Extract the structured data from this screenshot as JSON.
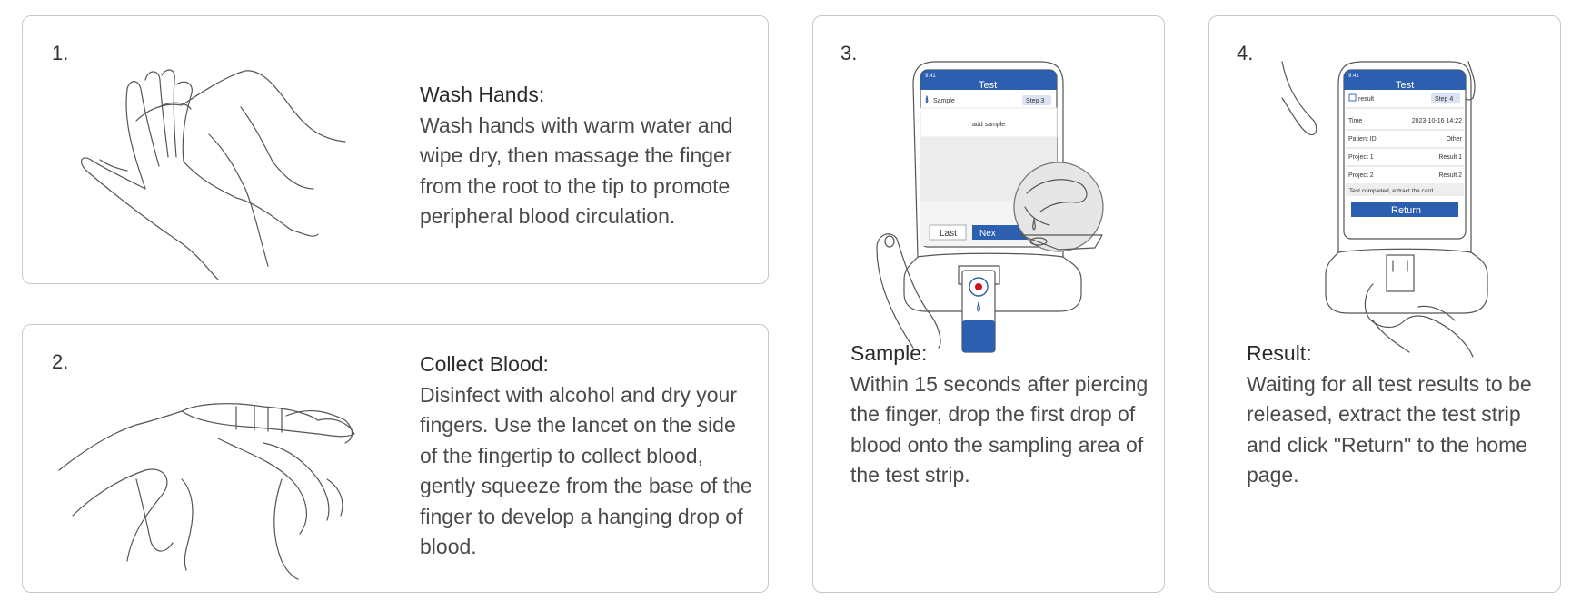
{
  "steps": [
    {
      "number": "1.",
      "heading": "Wash Hands:",
      "body": "Wash hands with warm water and wipe dry, then massage the finger from the root to the tip to promote peripheral blood circulation."
    },
    {
      "number": "2.",
      "heading": "Collect Blood:",
      "body": "Disinfect with alcohol and dry your fingers. Use the lancet on the side of the fingertip to collect blood,  gently squeeze from the base of the finger to develop a hanging drop of blood."
    },
    {
      "number": "3.",
      "heading": "Sample:",
      "body": "Within 15 seconds after piercing the finger, drop the first drop of blood onto the sampling area of the test strip."
    },
    {
      "number": "4.",
      "heading": "Result:",
      "body": "Waiting for all test results to be released, extract the test strip and click \"Return\" to the home page."
    }
  ],
  "device_screen_step3": {
    "status_time": "9:41",
    "title": "Test",
    "row_label": "Sample",
    "step_badge": "Step 3",
    "hint": "add sample",
    "last_button": "Last",
    "next_button": "Nex"
  },
  "device_screen_step4": {
    "status_time": "9:41",
    "title": "Test",
    "row_label": "result",
    "step_badge": "Step 4",
    "rows": [
      {
        "label": "Time",
        "value": "2023-10-16 14:22"
      },
      {
        "label": "Patient ID",
        "value": "Other"
      },
      {
        "label": "Project 1",
        "value": "Result 1"
      },
      {
        "label": "Project 2",
        "value": "Result 2"
      }
    ],
    "message": "Test completed, extract the card",
    "return_button": "Return"
  },
  "colors": {
    "accent_blue": "#2c5fb0",
    "blood_red": "#d0101e",
    "border": "#c8c8c8"
  }
}
